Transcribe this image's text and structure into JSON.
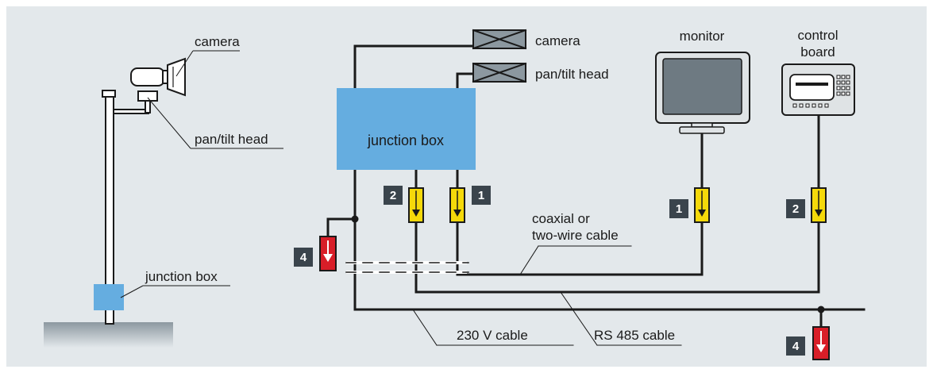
{
  "colors": {
    "background": "#e3e8eb",
    "junction_box": "#65ade0",
    "surge_protector": "#f5d90a",
    "lightning_protector": "#d81e28",
    "cable": "#1a1a1a",
    "number_badge": "#3a444c",
    "ground": "#8f9ba3"
  },
  "icons": [
    "camera-icon",
    "pan-tilt-head-icon",
    "monitor-icon",
    "control-board-icon",
    "surge-protector-icon",
    "lightning-arrester-icon"
  ],
  "left": {
    "camera": "camera",
    "pan_tilt_head": "pan/tilt head",
    "junction_box": "junction box"
  },
  "right": {
    "camera": "camera",
    "pan_tilt_head": "pan/tilt head",
    "junction_box": "junction box",
    "monitor": "monitor",
    "control_board_line1": "control",
    "control_board_line2": "board",
    "coax_line1": "coaxial or",
    "coax_line2": "two-wire cable",
    "cable_230v": "230 V cable",
    "cable_rs485": "RS 485 cable"
  },
  "badges": {
    "b2_left": "2",
    "b1_left": "1",
    "b4_left": "4",
    "b1_monitor": "1",
    "b2_board": "2",
    "b4_right": "4"
  }
}
